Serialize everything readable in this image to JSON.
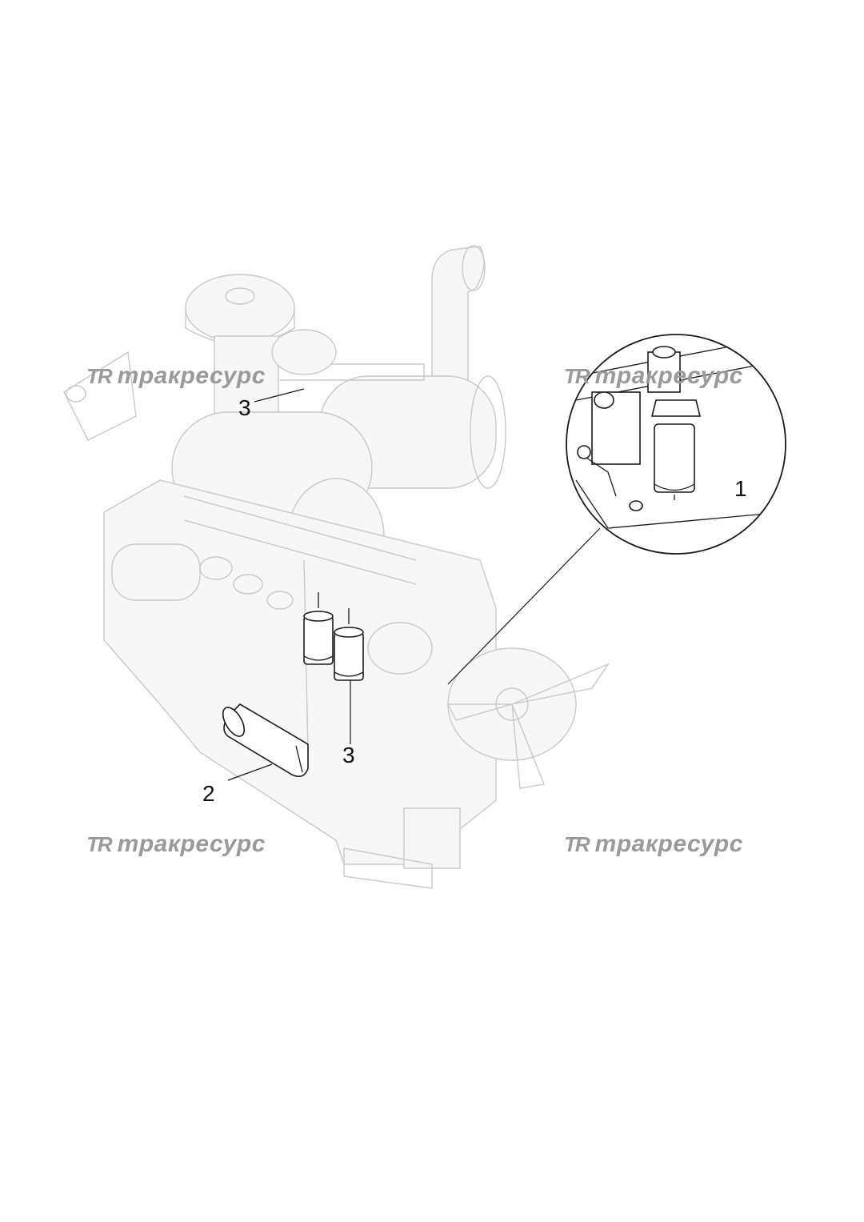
{
  "callouts": {
    "c1": "1",
    "c2": "2",
    "c3a": "3",
    "c3b": "3"
  },
  "watermark": {
    "logo": "TR",
    "text": "тракресурс",
    "color": "#9a9a9a"
  },
  "colors": {
    "faint_line": "#c9c9c9",
    "highlight_line": "#1a1a1a",
    "background": "#ffffff"
  }
}
